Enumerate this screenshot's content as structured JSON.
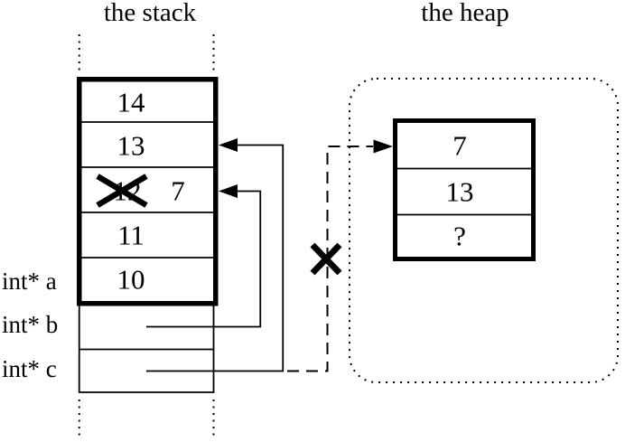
{
  "colors": {
    "ink": "#000000",
    "background": "#ffffff"
  },
  "stack": {
    "title": "the stack",
    "cells": [
      {
        "value": "14"
      },
      {
        "value": "13"
      },
      {
        "value": "12",
        "crossed_out": true,
        "new_value": "7"
      },
      {
        "value": "11"
      },
      {
        "value": "10"
      }
    ],
    "variable_labels": [
      {
        "label": "int* a"
      },
      {
        "label": "int* b"
      },
      {
        "label": "int* c"
      }
    ]
  },
  "heap": {
    "title": "the heap",
    "cells": [
      {
        "value": "7"
      },
      {
        "value": "13"
      },
      {
        "value": "?"
      }
    ]
  }
}
